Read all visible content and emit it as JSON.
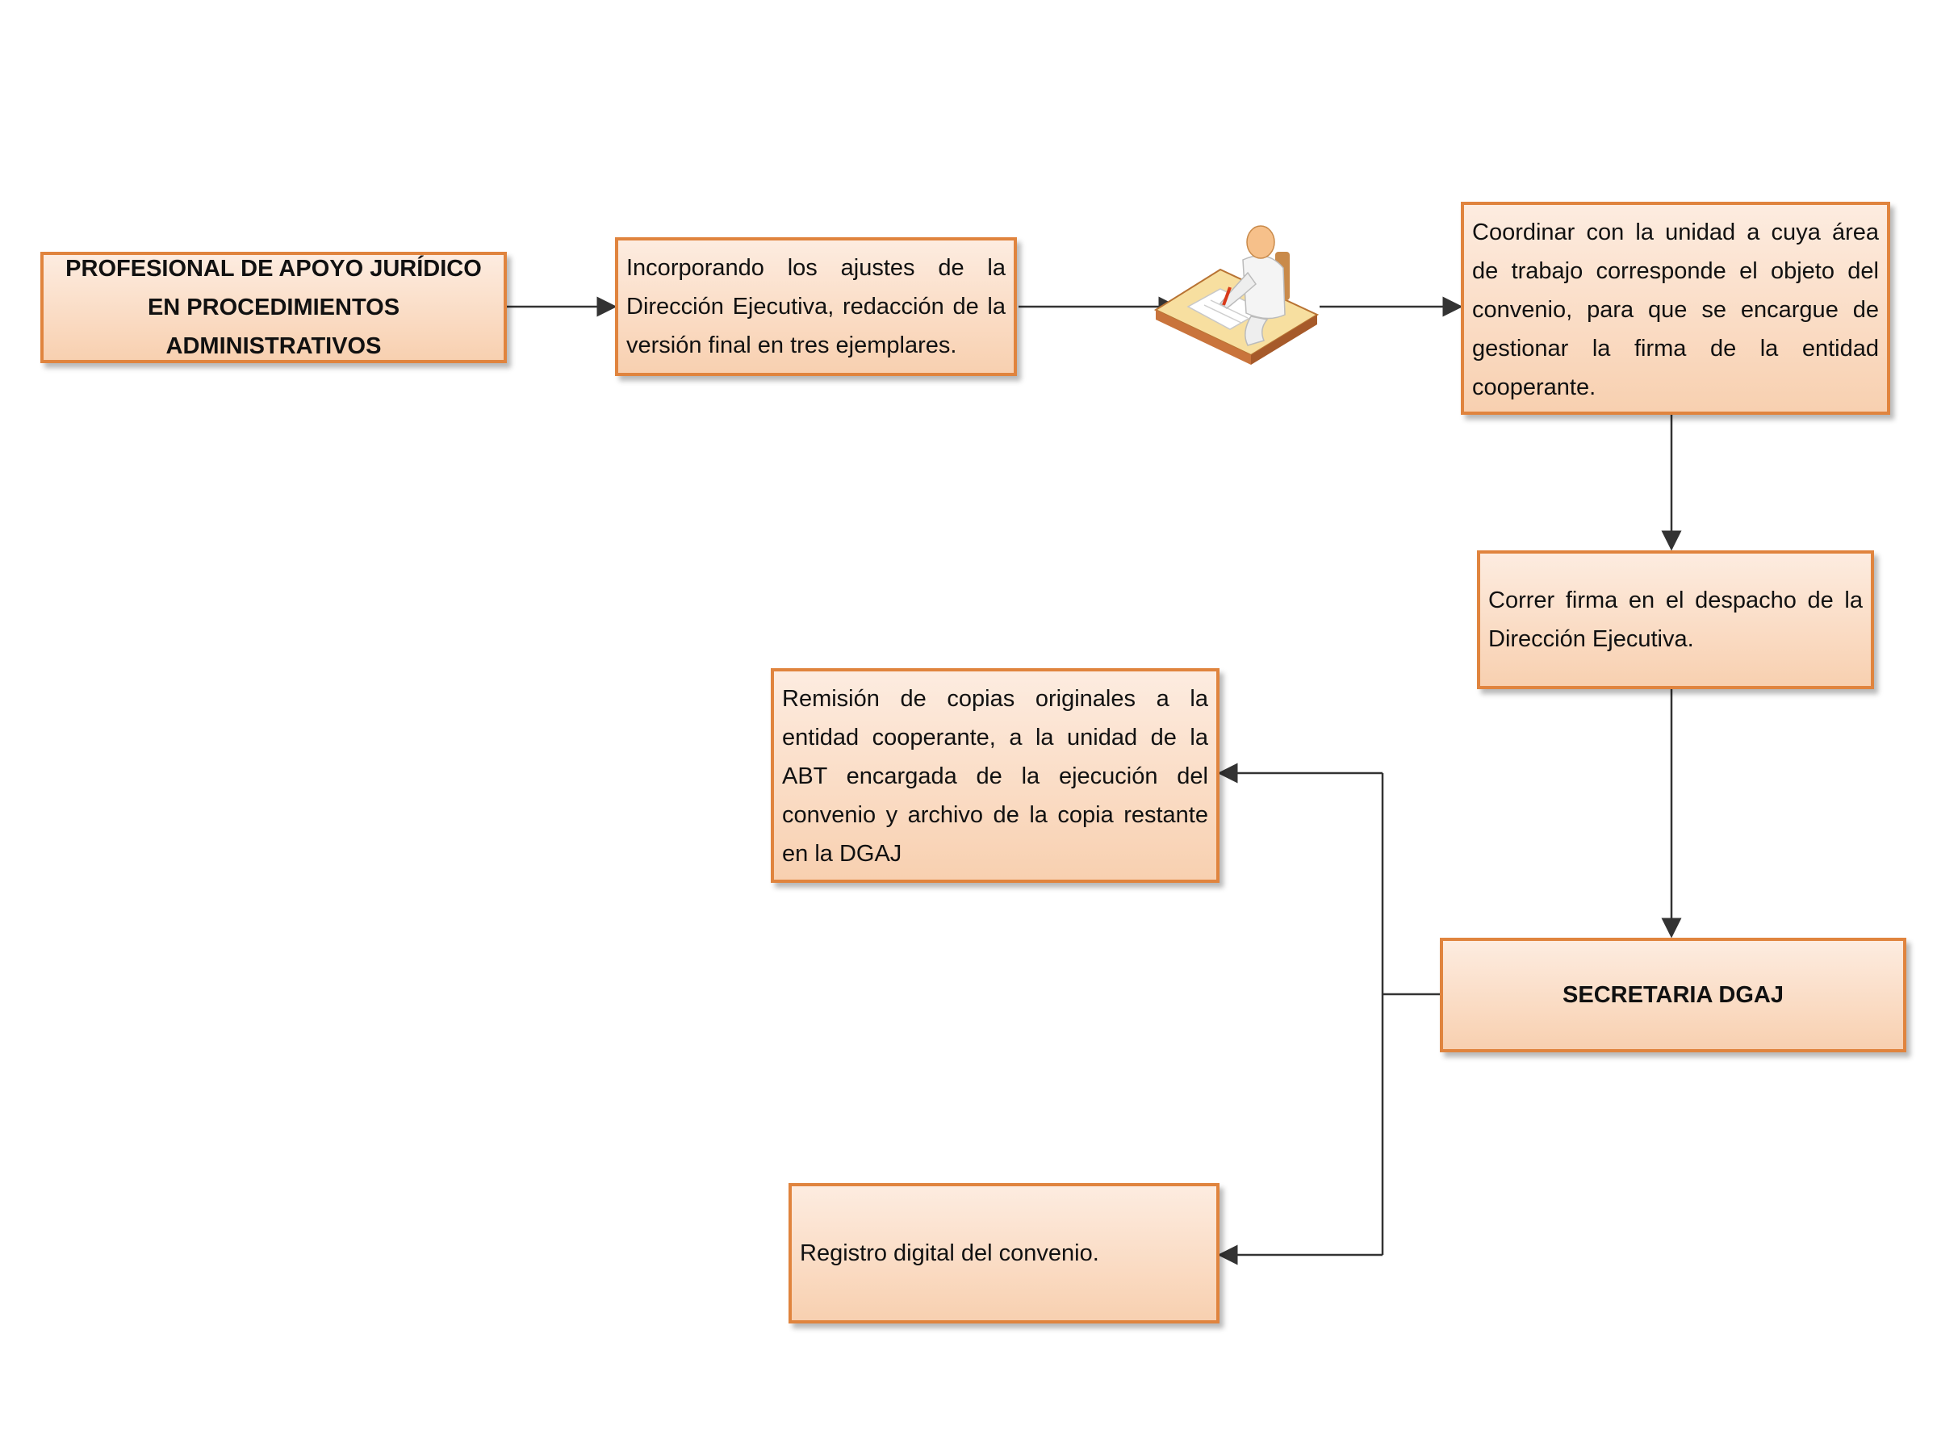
{
  "diagram": {
    "nodes": {
      "profesional": "PROFESIONAL DE APOYO JURÍDICO EN PROCEDIMIENTOS ADMINISTRATIVOS",
      "incorporando": "Incorporando los ajustes de la Dirección Ejecutiva, redacción de la versión final en tres ejemplares.",
      "coordinar": "Coordinar con la unidad a cuya área de trabajo corresponde el objeto del convenio, para que se encargue de gestionar la firma de la entidad cooperante.",
      "correr": "Correr firma en el despacho de la Dirección Ejecutiva.",
      "secretaria": "SECRETARIA DGAJ",
      "remision": "Remisión de copias originales a la entidad cooperante, a la unidad de la ABT encargada de la ejecución del convenio y archivo de la copia restante en la DGAJ",
      "registro": "Registro digital del convenio."
    },
    "icons": {
      "person": "person-writing-at-desk-icon"
    },
    "colors": {
      "box_border": "#e0843e",
      "box_fill_top": "#fdece0",
      "box_fill_bottom": "#f8d0b0",
      "connector": "#333333"
    }
  }
}
